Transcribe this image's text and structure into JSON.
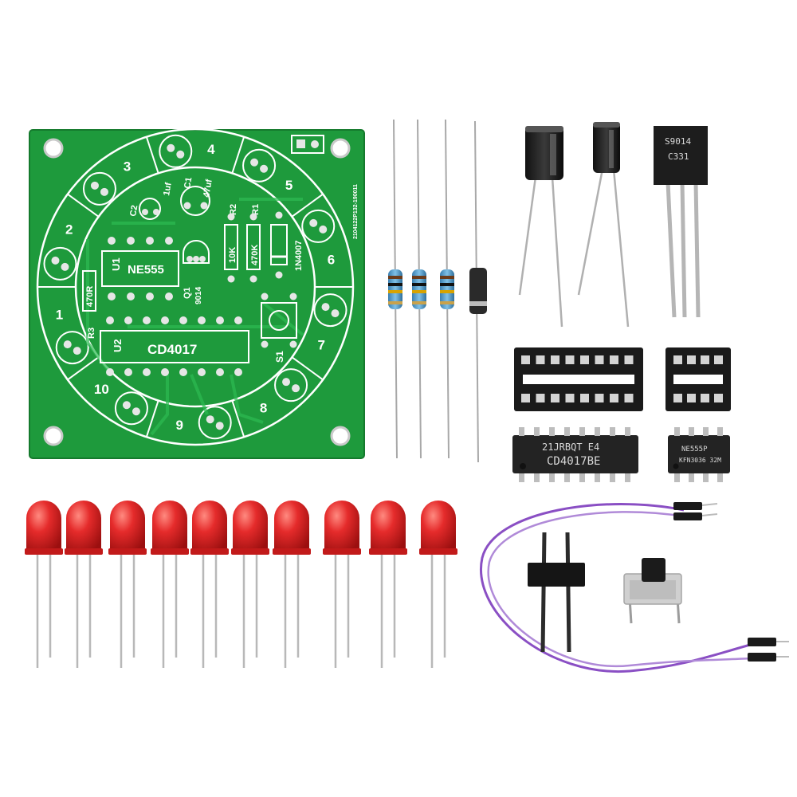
{
  "pcb": {
    "led_numbers": [
      "1",
      "2",
      "3",
      "4",
      "5",
      "6",
      "7",
      "8",
      "9",
      "10"
    ],
    "u1_ref": "U1",
    "u1_name": "NE555",
    "u2_ref": "U2",
    "u2_name": "CD4017",
    "c1": "C1",
    "c1_val": "47uf",
    "c2": "C2",
    "c2_val": "1uf",
    "r1": "R1",
    "r1_val": "470K",
    "r2": "R2",
    "r2_val": "10K",
    "r3": "R3",
    "r3_val": "470R",
    "q1": "Q1",
    "q1_val": "9014",
    "d_val": "1N4007",
    "s1": "S1",
    "board_code": "2104122P132-190011"
  },
  "transistor_label_1": "S9014",
  "transistor_label_2": "C331",
  "ic_cd4017_line1": "21JRBQT E4",
  "ic_cd4017_line2": "CD4017BE",
  "ic_ne555_line1": "NE555P",
  "ic_ne555_line2": "KFN3036 32M",
  "colors": {
    "pcb_green": "#1e9a3c",
    "led_red": "#d81f1f",
    "wire_purple": "#8a4fc4"
  }
}
